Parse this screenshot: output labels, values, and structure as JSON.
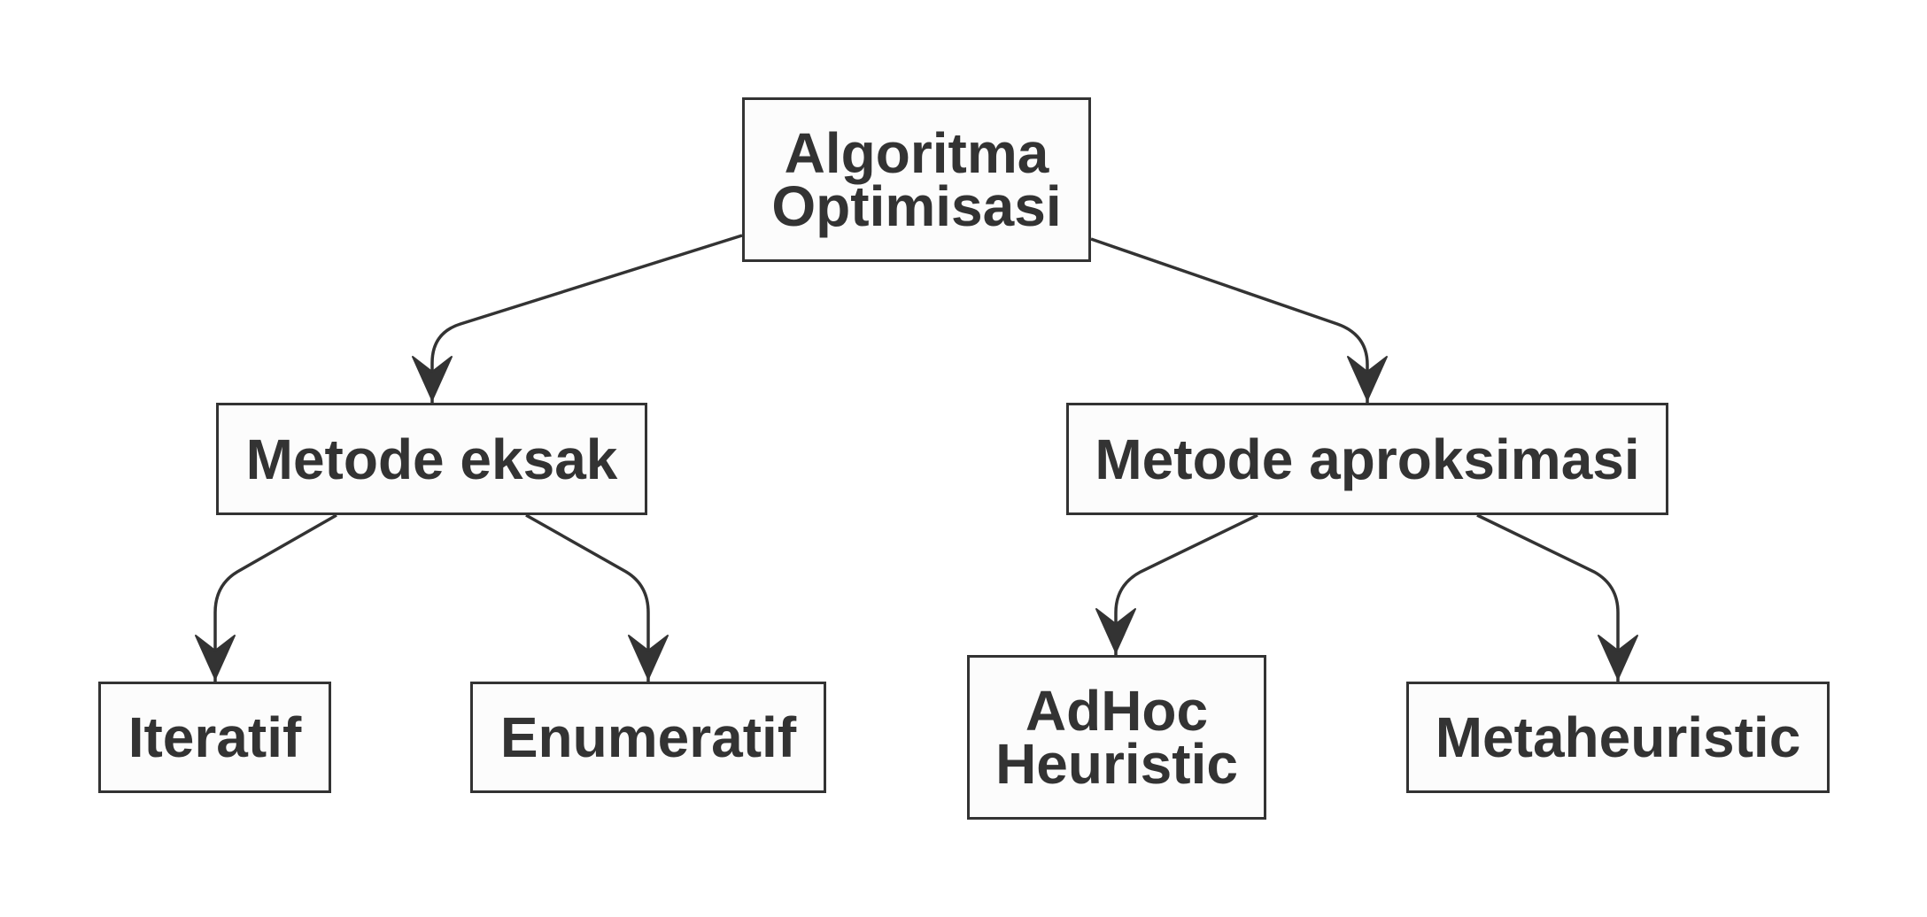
{
  "diagram": {
    "root": {
      "lines": [
        "Algoritma",
        "Optimisasi"
      ]
    },
    "exact_method": {
      "lines": [
        "Metode eksak"
      ]
    },
    "approx_method": {
      "lines": [
        "Metode aproksimasi"
      ]
    },
    "iterative": {
      "lines": [
        "Iteratif"
      ]
    },
    "enumerative": {
      "lines": [
        "Enumeratif"
      ]
    },
    "adhoc_heuristic": {
      "lines": [
        "AdHoc",
        "Heuristic"
      ]
    },
    "metaheuristic": {
      "lines": [
        "Metaheuristic"
      ]
    }
  },
  "colors": {
    "stroke": "#333333",
    "node_fill": "#fcfcfc",
    "text": "#333333",
    "background": "#ffffff"
  }
}
